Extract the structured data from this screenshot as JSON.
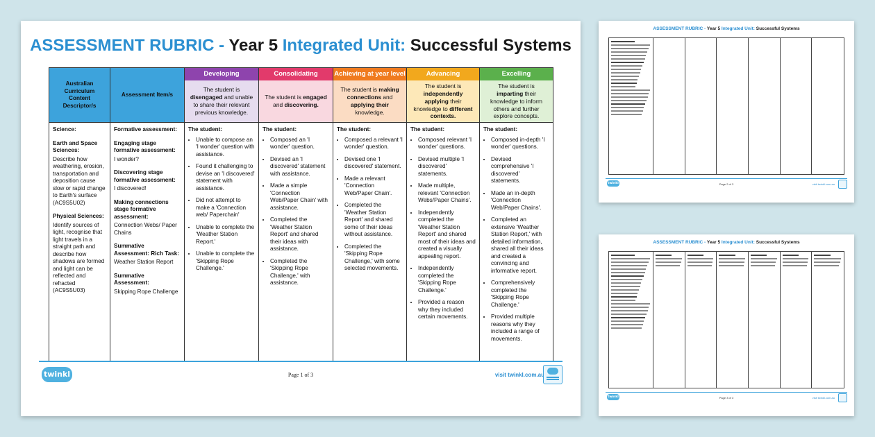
{
  "colors": {
    "developing": "#8e44ad",
    "consolidating": "#e23a6b",
    "achieving": "#f07b1f",
    "advancing": "#f2a81d",
    "excelling": "#5bb04c"
  },
  "logo_text": "twinkl",
  "title": {
    "part1": "ASSESSMENT RUBRIC -",
    "part2": "Year 5",
    "part3": "Integrated Unit:",
    "part4": "Successful Systems"
  },
  "headers": {
    "descriptor": "Australian Curriculum Content Descriptor/s",
    "item": "Assessment Item/s"
  },
  "levels": [
    {
      "key": "developing",
      "label": "Developing",
      "bg": "#e6dcef",
      "bar": "#8e44ad",
      "desc": [
        {
          "t": "The student is "
        },
        {
          "t": "disengaged",
          "b": true
        },
        {
          "t": " and unable to share their relevant previous knowledge."
        }
      ]
    },
    {
      "key": "consolidating",
      "label": "Consolidating",
      "bg": "#f9d8e0",
      "bar": "#e23a6b",
      "desc": [
        {
          "t": "The student is "
        },
        {
          "t": "engaged",
          "b": true
        },
        {
          "t": " and "
        },
        {
          "t": "discovering.",
          "b": true
        }
      ]
    },
    {
      "key": "achieving",
      "label": "Achieving at year level",
      "bg": "#fbdcc3",
      "bar": "#f07b1f",
      "desc": [
        {
          "t": "The student is "
        },
        {
          "t": "making connections",
          "b": true
        },
        {
          "t": " and "
        },
        {
          "t": "applying their",
          "b": true
        },
        {
          "t": " knowledge."
        }
      ]
    },
    {
      "key": "advancing",
      "label": "Advancing",
      "bg": "#fde8b8",
      "bar": "#f2a81d",
      "desc": [
        {
          "t": "The student is "
        },
        {
          "t": "independently applying",
          "b": true
        },
        {
          "t": " their knowledge to "
        },
        {
          "t": "different contexts.",
          "b": true
        }
      ]
    },
    {
      "key": "excelling",
      "label": "Excelling",
      "bg": "#dff0d6",
      "bar": "#5bb04c",
      "desc": [
        {
          "t": "The student is "
        },
        {
          "t": "imparting",
          "b": true
        },
        {
          "t": " their knowledge to inform others and further explore concepts."
        }
      ]
    }
  ],
  "descriptor_col": [
    {
      "label": "Science:"
    },
    {
      "label": "Earth and Space Sciences:",
      "text": "Describe how weathering, erosion, transportation and deposition cause slow or rapid change to Earth's surface (AC9S5U02)"
    },
    {
      "label": "Physical Sciences:",
      "text": "Identify sources of light, recognise that light travels in a straight path and describe how shadows are formed and light can be reflected and refracted (AC9S5U03)"
    }
  ],
  "items_col": [
    {
      "label": "Formative assessment:"
    },
    {
      "label": "Engaging stage formative assessment:",
      "text": "I wonder?"
    },
    {
      "label": "Discovering stage formative assessment:",
      "text": "I discovered!"
    },
    {
      "label": "Making connections stage formative assessment:",
      "text": "Connection Webs/ Paper Chains"
    },
    {
      "label": "Summative Assessment: Rich Task:",
      "text": "Weather Station Report"
    },
    {
      "label": "Summative Assessment:",
      "text": "Skipping Rope Challenge"
    }
  ],
  "student_label": "The student:",
  "level_bullets": [
    [
      "Unable to compose an 'I wonder' question with assistance.",
      "Found it challenging to devise an 'I discovered' statement with assistance.",
      "Did not attempt to make a 'Connection web/ Paperchain'",
      "Unable to complete the 'Weather Station Report.'",
      "Unable to complete the 'Skipping Rope Challenge.'"
    ],
    [
      "Composed an 'I wonder' question.",
      "Devised an 'I discovered' statement with assistance.",
      "Made a simple 'Connection Web/Paper Chain' with assistance.",
      "Completed the 'Weather Station Report' and shared their ideas with assistance.",
      "Completed the 'Skipping Rope Challenge,' with assistance."
    ],
    [
      "Composed a relevant 'I wonder' question.",
      "Devised one 'I discovered' statement.",
      "Made a relevant 'Connection Web/Paper Chain'.",
      "Completed the 'Weather Station Report' and shared some of their ideas without assistance.",
      "Completed the 'Skipping Rope Challenge,' with some selected movements."
    ],
    [
      "Composed relevant 'I wonder' questions.",
      "Devised multiple 'I discovered' statements.",
      "Made multiple, relevant 'Connection Webs/Paper Chains'.",
      "Independently completed the 'Weather Station Report' and shared most of their ideas and created a visually appealing report.",
      "Independently completed the 'Skipping Rope Challenge.'",
      "Provided a reason why they included certain movements."
    ],
    [
      "Composed in-depth 'I wonder' questions.",
      "Devised comprehensive 'I discovered' statements.",
      "Made an in-depth 'Connection Web/Paper Chains'.",
      "Completed an extensive 'Weather Station Report,' with detailed information, shared all their ideas and created a convincing and informative report.",
      "Comprehensively completed the 'Skipping Rope Challenge.'",
      "Provided multiple reasons why they included a range of movements."
    ]
  ],
  "footer": {
    "page": "Page 1 of 3",
    "site": "visit twinkl.com.au"
  },
  "thumb": {
    "title1": "ASSESSMENT RUBRIC -",
    "title2": "Year 5",
    "title3": "Integrated Unit:",
    "title4": "Successful Systems",
    "page2": "Page 2 of 3",
    "page3": "Page 3 of 3",
    "site": "visit twinkl.com.au"
  }
}
